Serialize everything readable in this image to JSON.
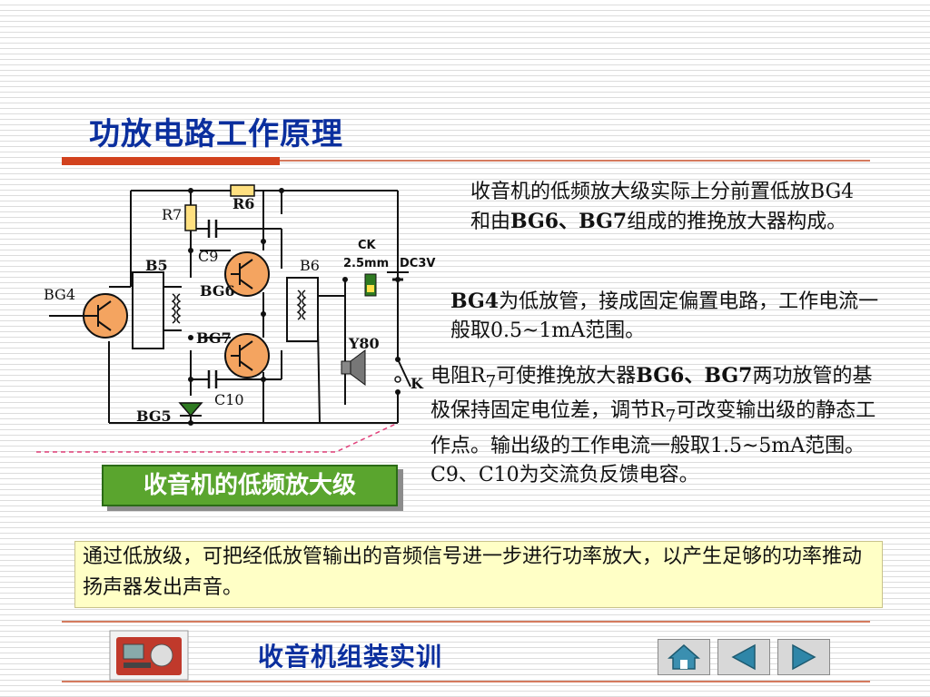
{
  "slide": {
    "title": "功放电路工作原理",
    "diagram_caption": "收音机的低频放大级"
  },
  "paragraphs": {
    "p1": {
      "text1": "收音机的低频放大级实际上分前置低放BG4和由",
      "bold1": "BG6、BG7",
      "text2": "组成的推挽放大器构成。"
    },
    "p2": {
      "bold1": "BG4",
      "text1": "为低放管，接成固定偏置电路，工作电流一般取0.5~1mA范围。"
    },
    "p3": {
      "text1": "电阻R",
      "sub1": "7",
      "text2": "可使推挽放大器",
      "bold1": "BG6、BG7",
      "text3": "两功放管的基极保持固定电位差，调节R",
      "sub2": "7",
      "text4": "可改变输出级的静态工作点。输出级的工作电流一般取1.5~5mA范围。C9、C10为交流负反馈电容。"
    }
  },
  "bottom_note": "通过低放级，可把经低放管输出的音频信号进一步进行功率放大，以产生足够的功率推动扬声器发出声音。",
  "footer": {
    "title": "收音机组装实训"
  },
  "circuit": {
    "labels": {
      "r6": "R6",
      "r7": "R7",
      "c9": "C9",
      "c10": "C10",
      "bg4": "BG4",
      "bg5": "BG5",
      "bg6": "BG6",
      "bg7": "BG7",
      "b5": "B5",
      "b6": "B6",
      "ck": "CK",
      "ck_size": "2.5mm",
      "dc": "DC3V",
      "y80": "Y80",
      "k": "K"
    }
  },
  "colors": {
    "title_blue": "#0b2f9e",
    "accent_red": "#d2421e",
    "caption_green": "#5aa52e",
    "note_yellow": "#ffffc6",
    "transistor_orange": "#f4a460"
  },
  "icons": {
    "home": "home-icon",
    "prev": "triangle-left-icon",
    "next": "triangle-right-icon"
  }
}
